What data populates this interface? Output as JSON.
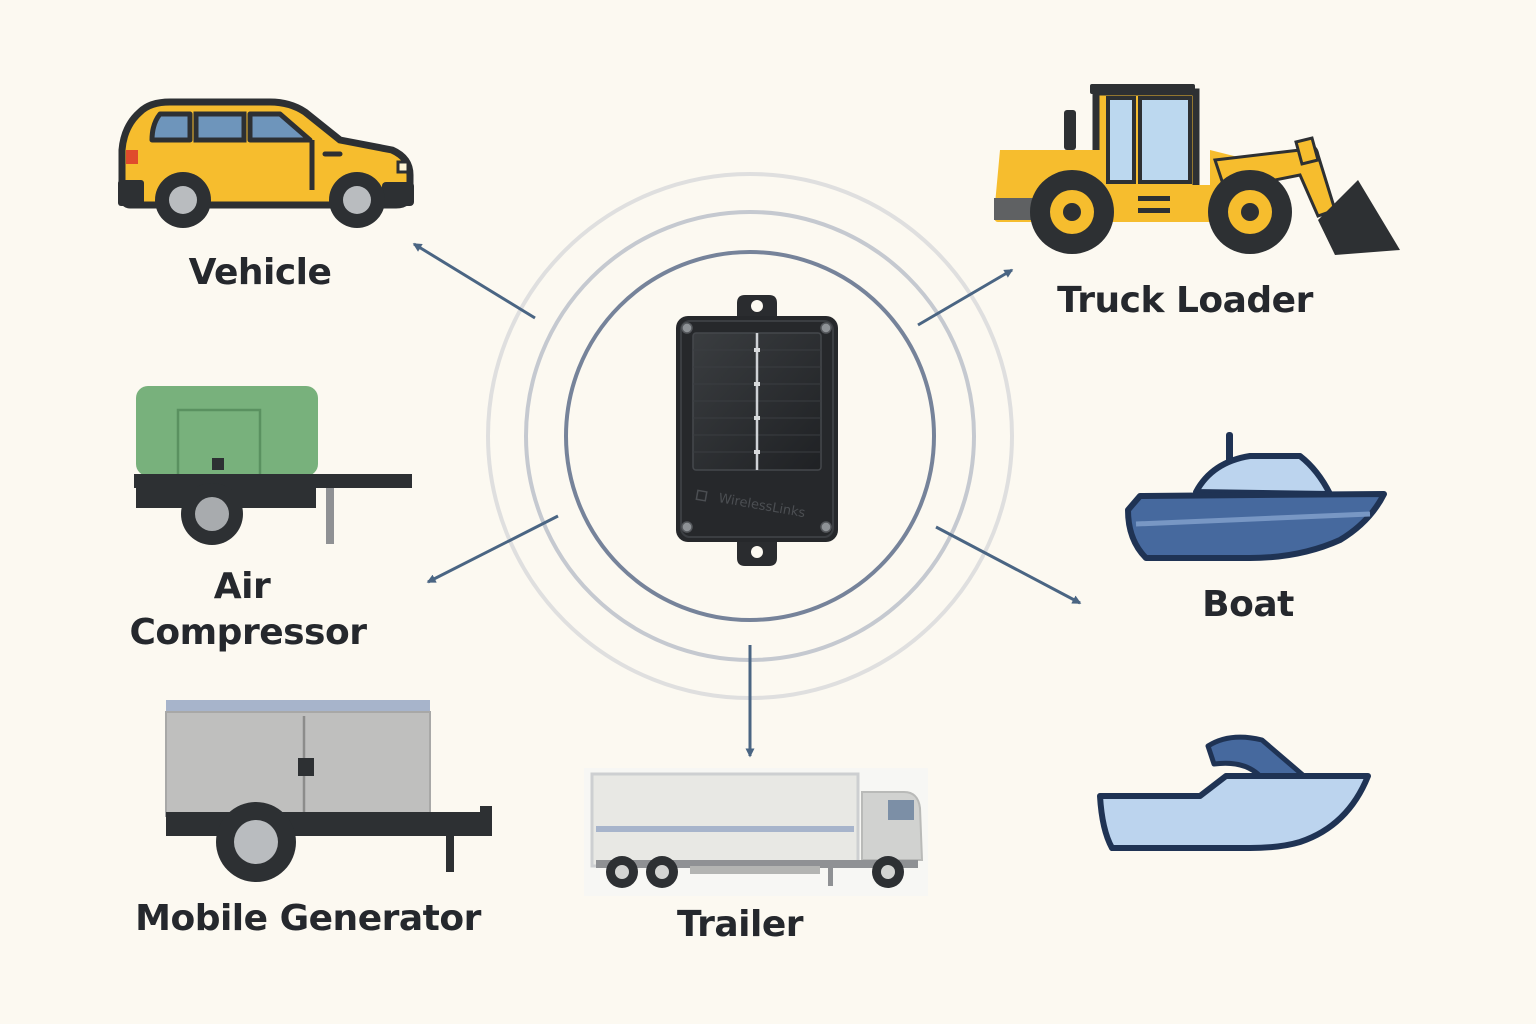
{
  "title": "Tracker Applications",
  "device": {
    "brand_text": "WirelessLinks"
  },
  "labels": {
    "vehicle": "Vehicle",
    "truck_loader": "Truck Loader",
    "air_compressor_line1": "Air",
    "air_compressor_line2": "Compressor",
    "boat": "Boat",
    "mobile_generator": "Mobile Generator",
    "trailer": "Trailer"
  },
  "icons": {
    "center": "gps-tracker-icon",
    "vehicle": "suv-car-icon",
    "truck_loader": "wheel-loader-icon",
    "air_compressor": "air-compressor-trailer-icon",
    "boat": "motor-boat-icon",
    "boat_secondary": "speed-boat-icon",
    "mobile_generator": "generator-trailer-icon",
    "trailer": "box-truck-icon"
  },
  "colors": {
    "background": "#fcf9f1",
    "arrow": "#4a6583",
    "ring": "#76839a",
    "yellow": "#f6bd2e",
    "dark": "#2d3033",
    "boat_blue": "#46699e",
    "boat_light": "#bcd4ee",
    "compressor_green": "#78b17c",
    "generator_gray": "#bfbfbe"
  }
}
